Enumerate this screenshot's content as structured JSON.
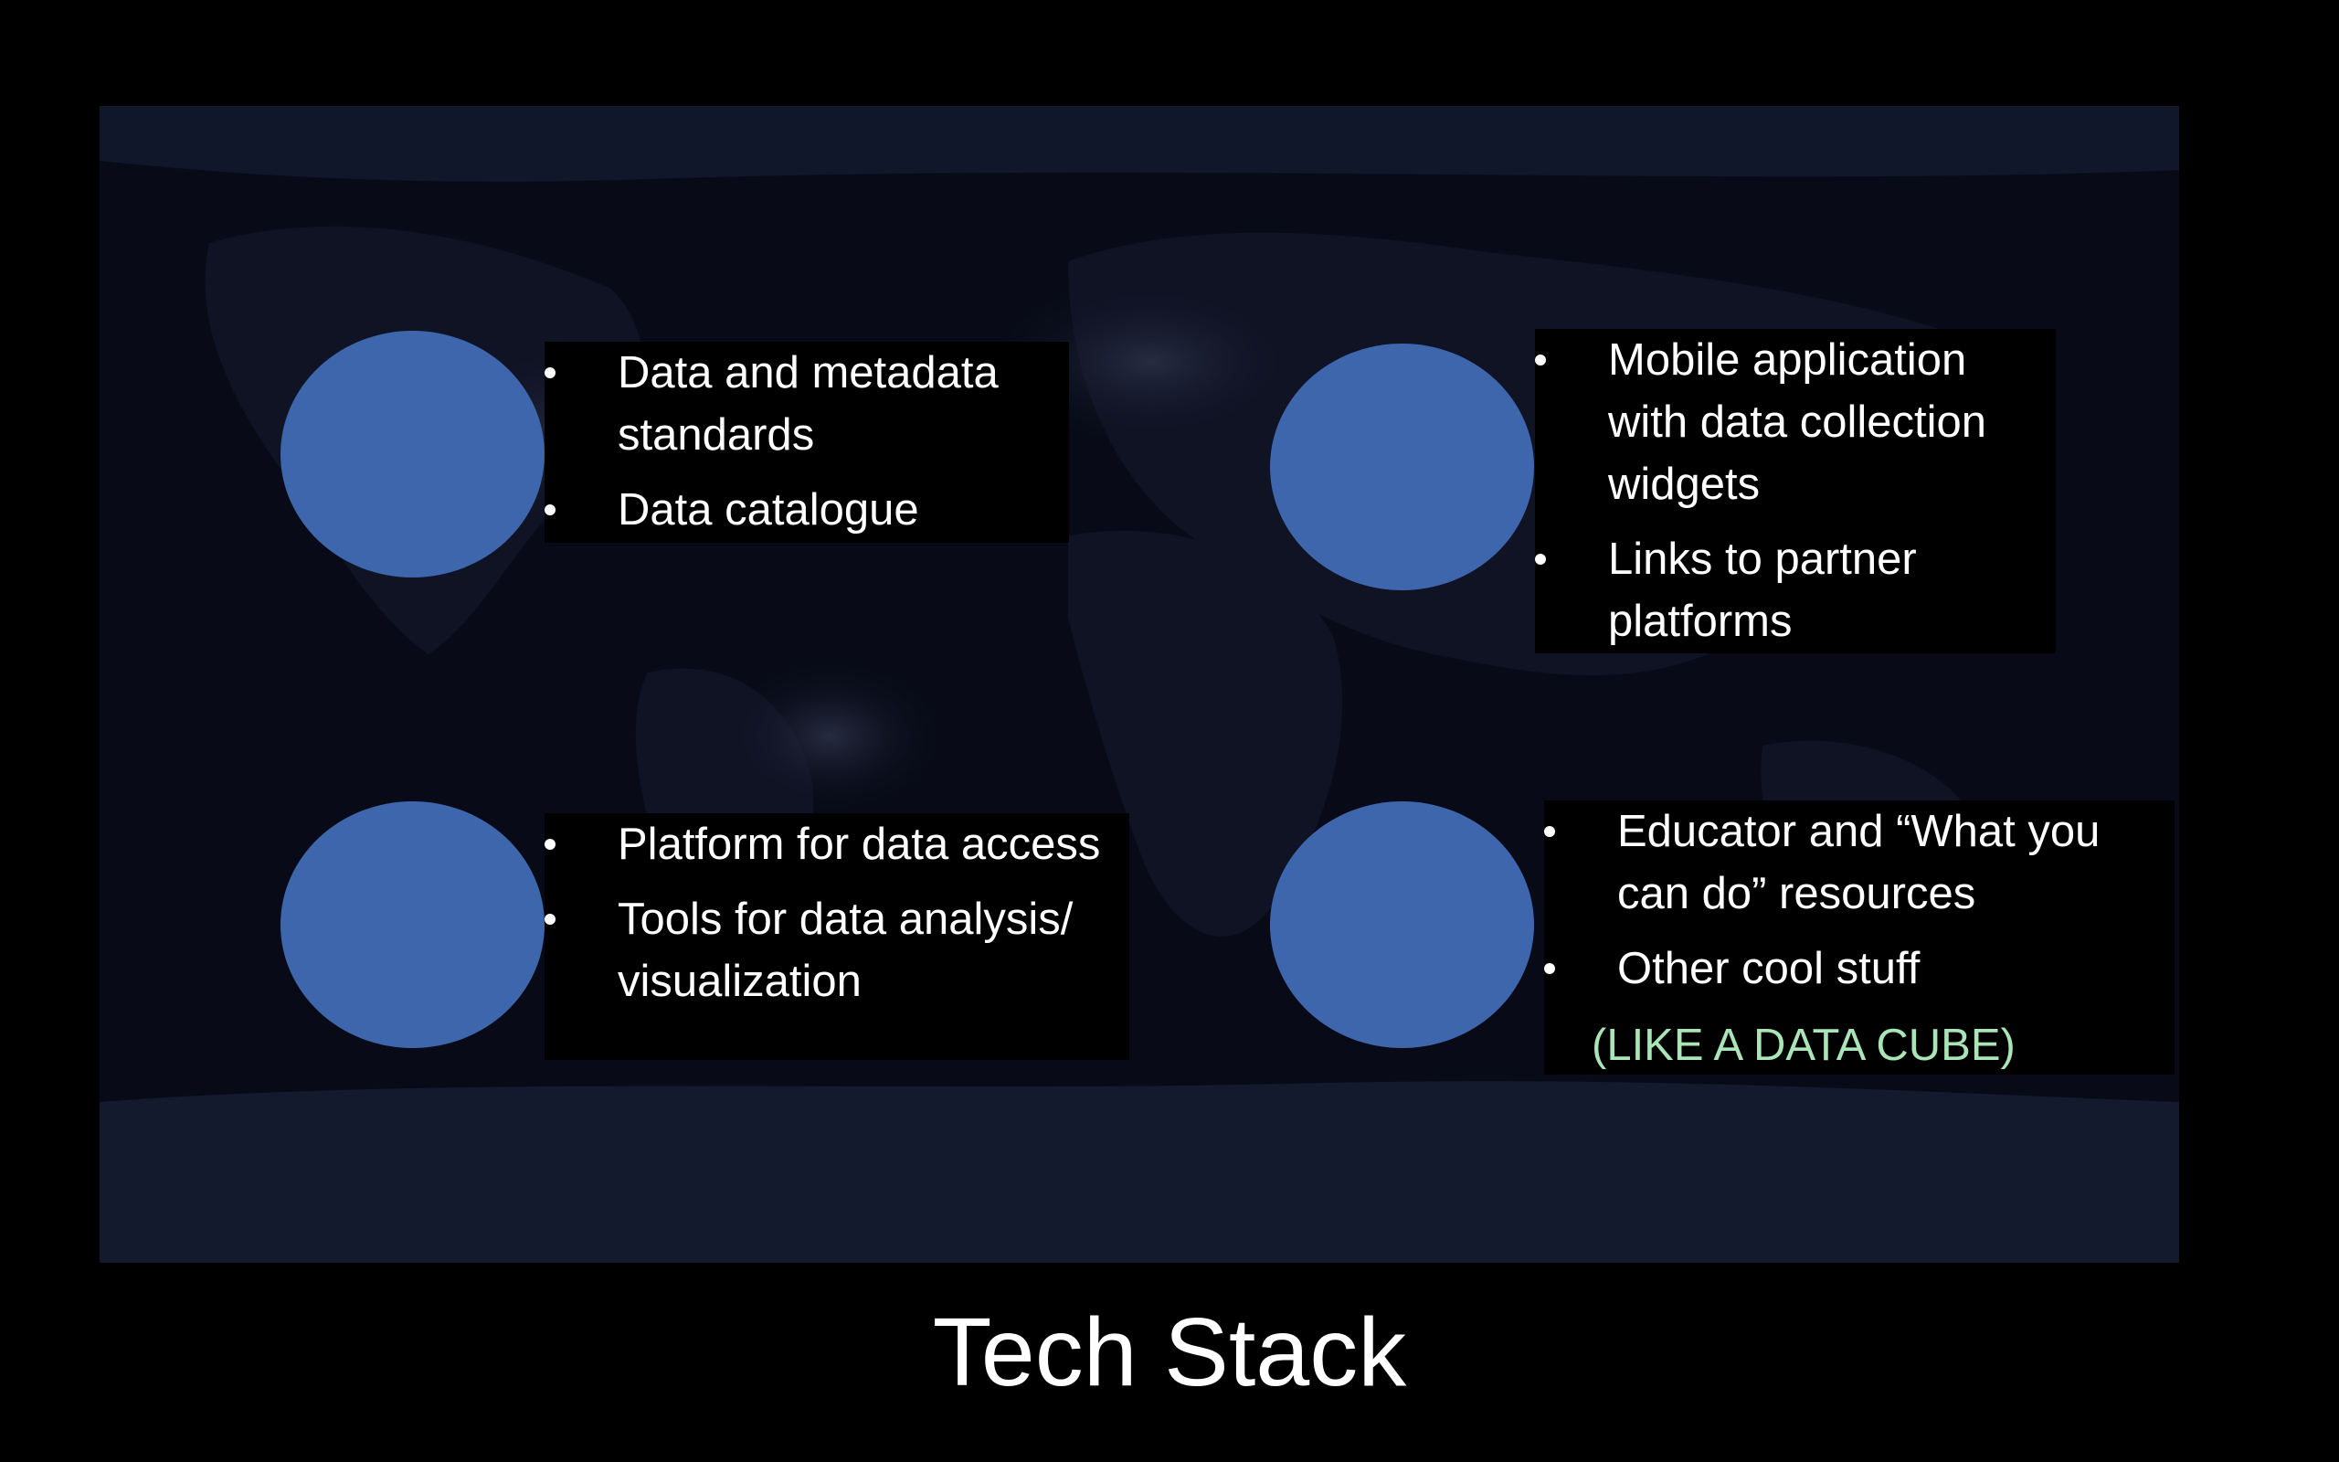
{
  "slide": {
    "title": "Tech Stack",
    "quadrants": [
      {
        "items": [
          "Data and metadata standards",
          "Data catalogue"
        ]
      },
      {
        "items": [
          "Mobile  application with data collection widgets",
          "Links to partner platforms"
        ]
      },
      {
        "items": [
          "Platform for data access",
          "Tools for data analysis/ visualization"
        ]
      },
      {
        "items": [
          "Educator and “What you can do” resources",
          "Other cool stuff"
        ],
        "note": "(LIKE  A DATA CUBE)"
      }
    ]
  },
  "colors": {
    "background": "#000000",
    "map": "#080b17",
    "circle": "#3e66ad",
    "note": "#a9e5b6",
    "text": "#ffffff"
  },
  "icons": [
    "world-night-map"
  ]
}
